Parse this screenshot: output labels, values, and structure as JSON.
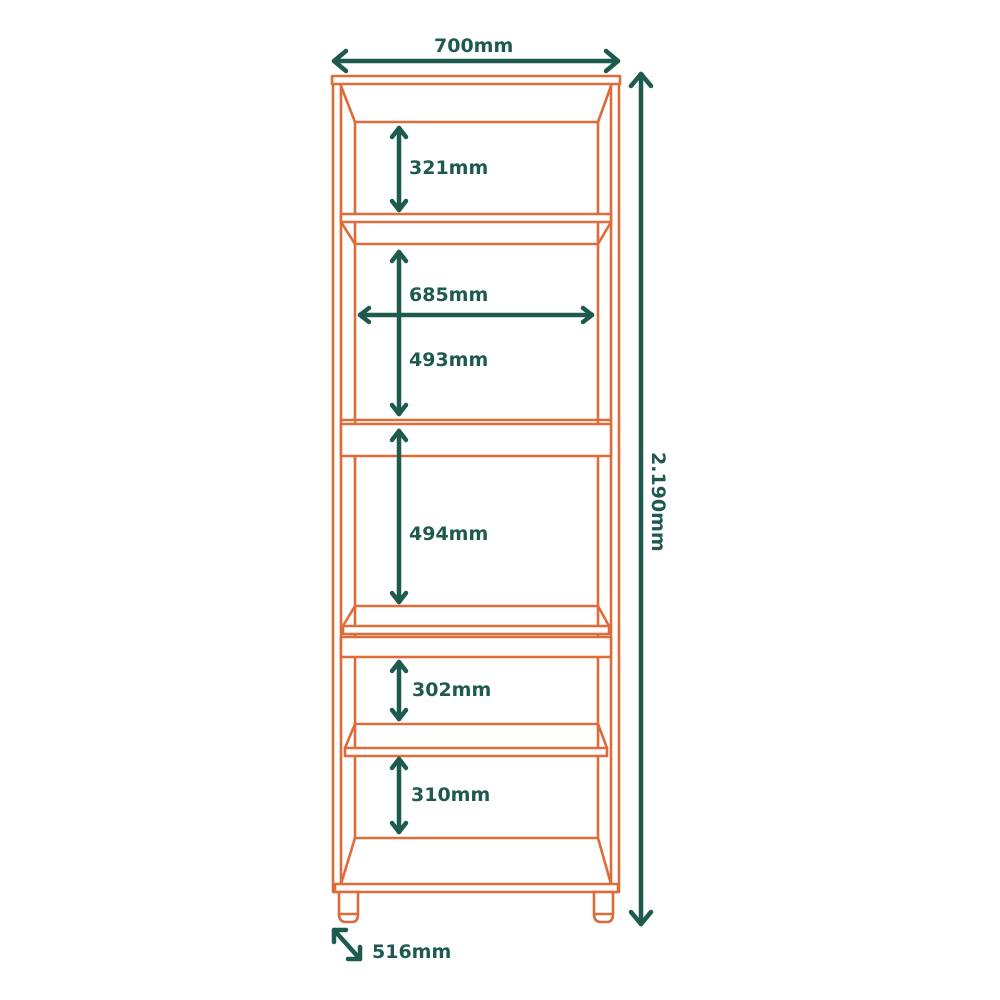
{
  "diagram": {
    "subject": "Bookcase with 5 shelves and legs",
    "colors": {
      "furniture_outline": "#de6b3a",
      "dimension_lines": "#1e5a4e",
      "background": "#ffffff"
    },
    "dimensions": {
      "overall_width": "700mm",
      "overall_height": "2.190mm",
      "depth": "516mm",
      "inner_width": "685mm",
      "compartments": [
        {
          "id": "top",
          "height": "321mm"
        },
        {
          "id": "second",
          "height": "493mm"
        },
        {
          "id": "third",
          "height": "494mm"
        },
        {
          "id": "fourth",
          "height": "302mm"
        },
        {
          "id": "bottom",
          "height": "310mm"
        }
      ]
    }
  }
}
